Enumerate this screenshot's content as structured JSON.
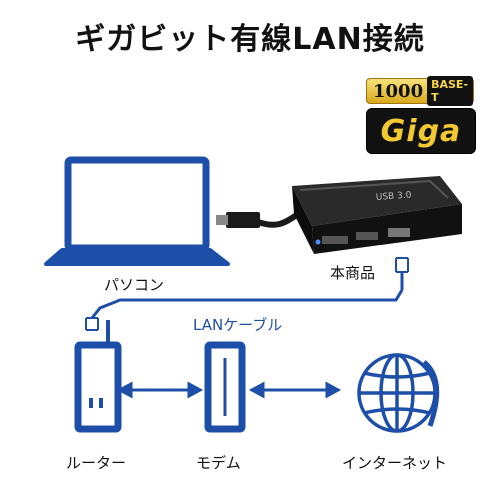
{
  "title": "ギガビット有線LAN接続",
  "badge": {
    "speed": "1000",
    "standard": "BASE-T",
    "giga": "Giga"
  },
  "device_text": {
    "usb": "USB 3.0"
  },
  "labels": {
    "pc": "パソコン",
    "product": "本商品",
    "cable": "LANケーブル",
    "router": "ルーター",
    "modem": "モデム",
    "internet": "インターネット"
  },
  "colors": {
    "accent": "#1e4fa8",
    "device": "#1a1a1a",
    "text": "#111111"
  },
  "icons": [
    "laptop-icon",
    "adapter-icon",
    "router-icon",
    "modem-icon",
    "globe-icon",
    "lan-plug-icon",
    "double-arrow-icon"
  ]
}
